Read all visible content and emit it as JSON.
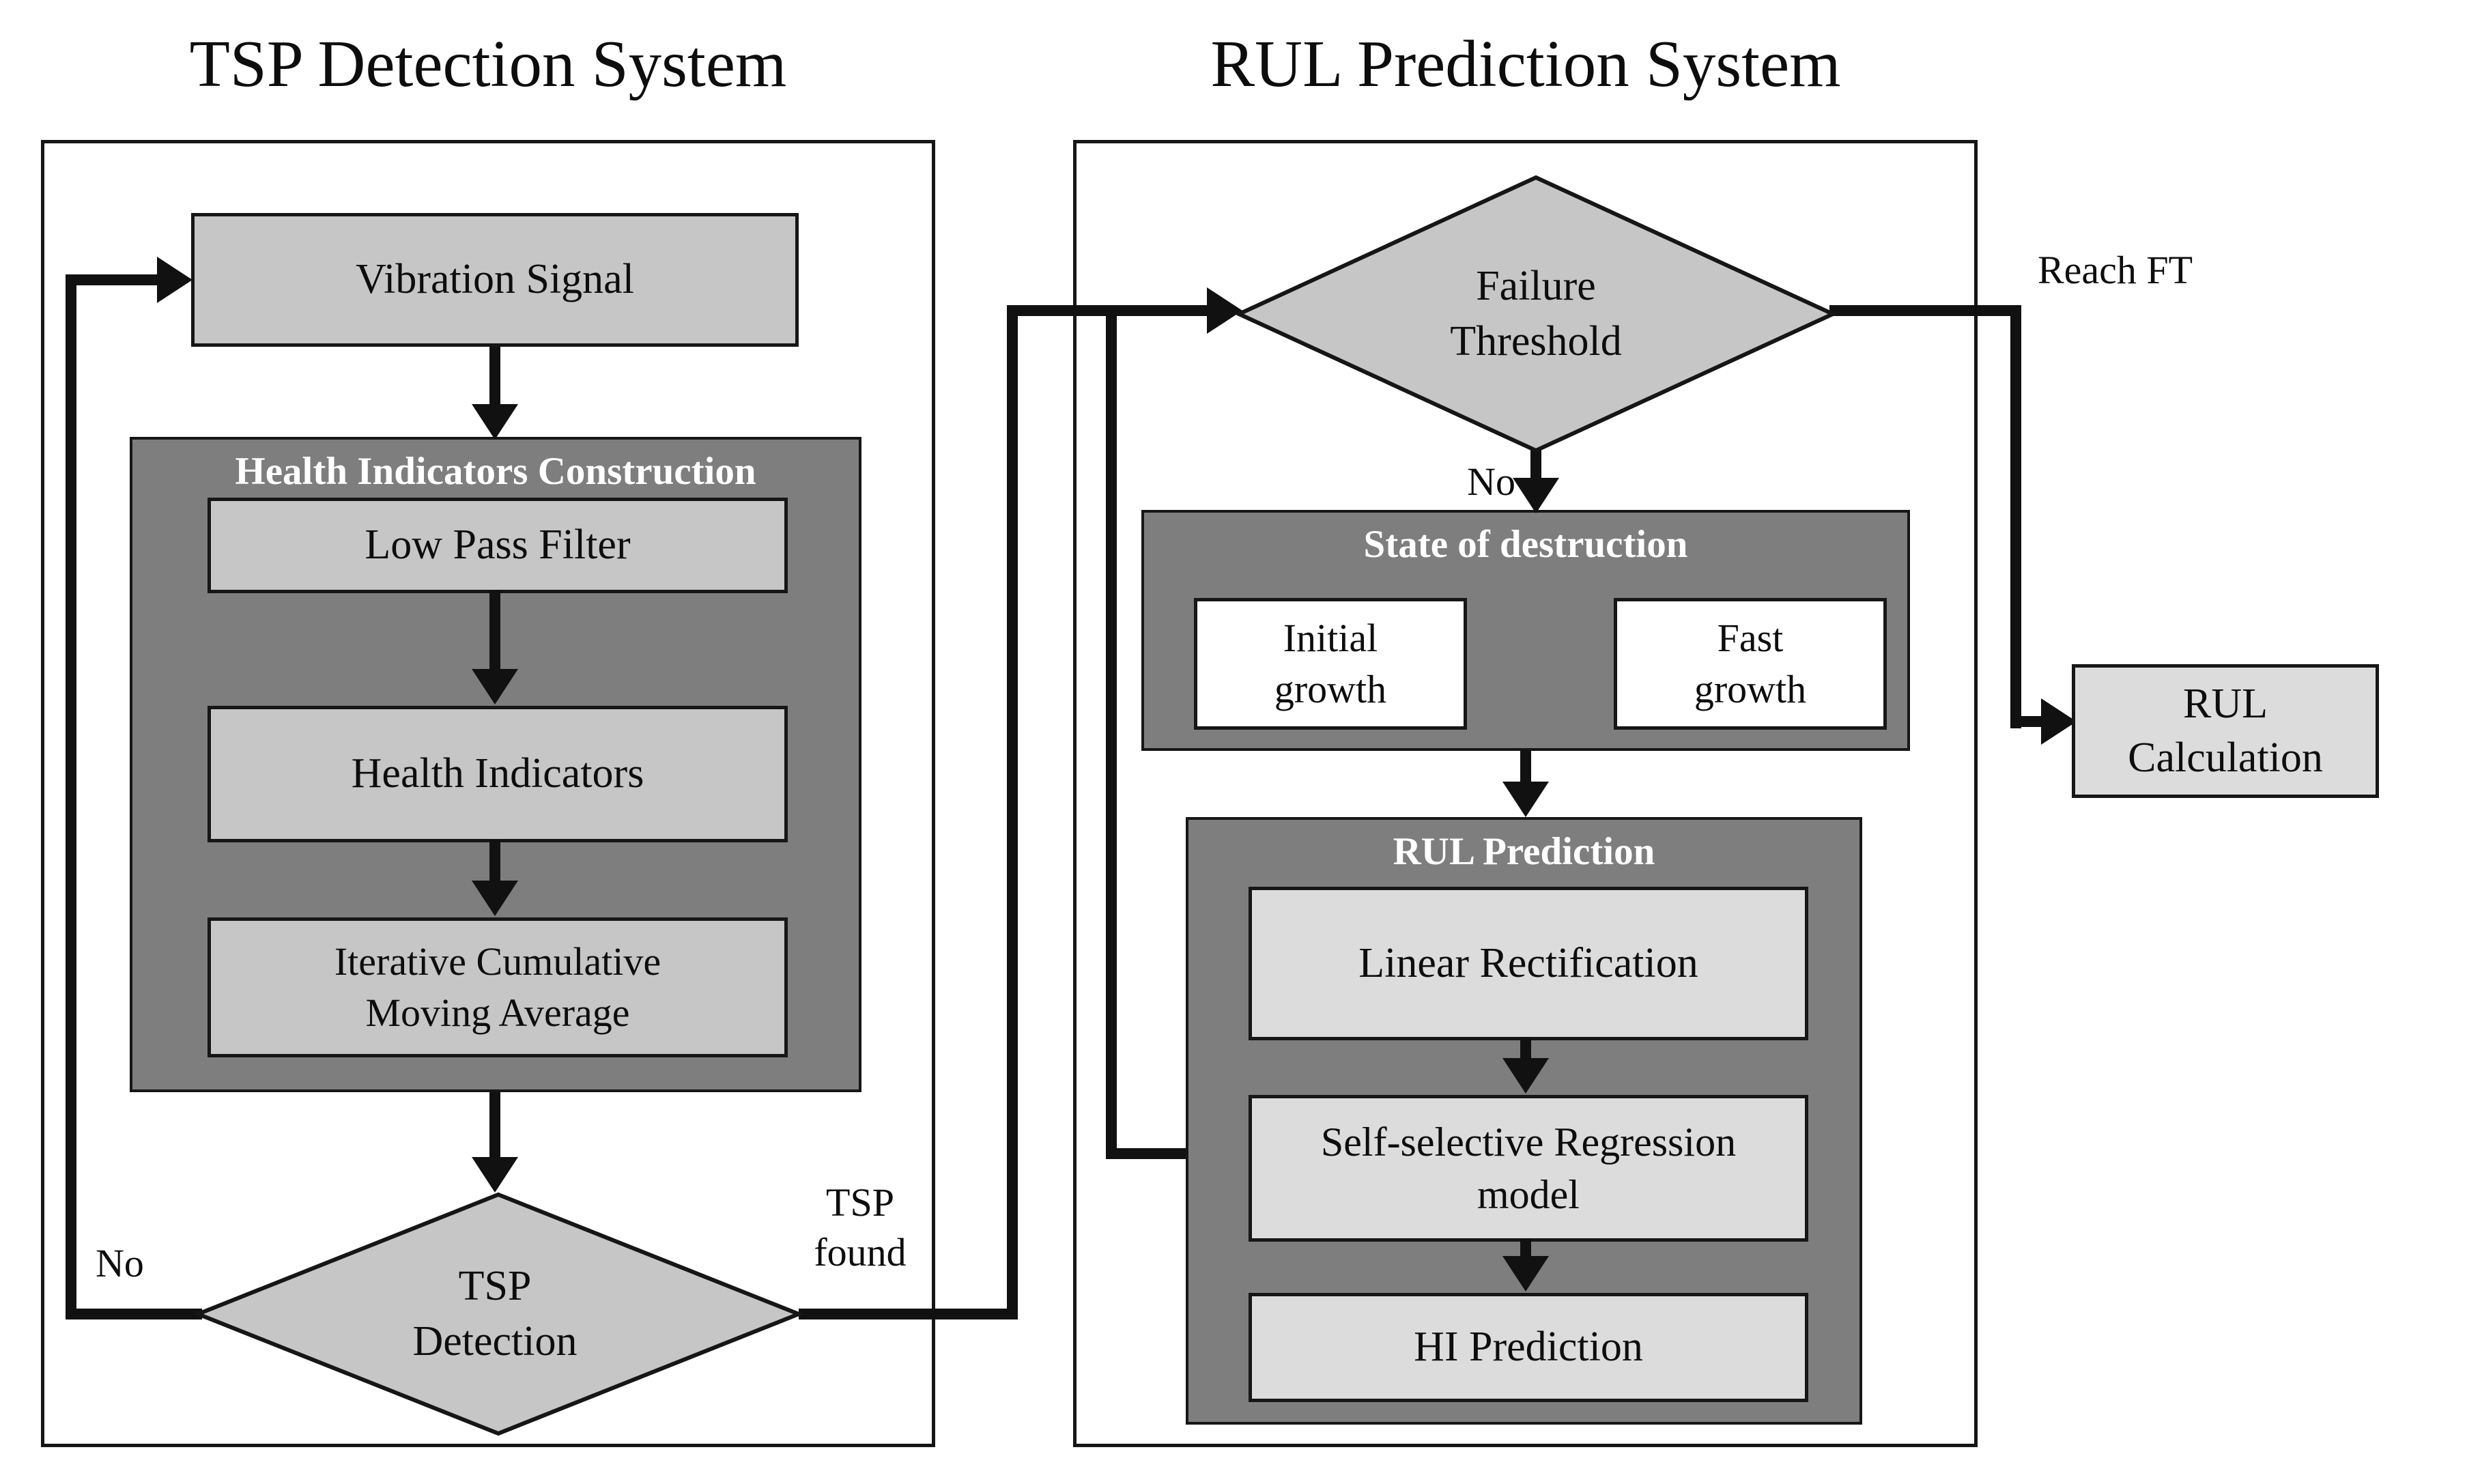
{
  "tsp_system": {
    "title": "TSP Detection System",
    "vibration_signal": "Vibration Signal",
    "hic_group": {
      "title": "Health Indicators Construction",
      "steps": [
        "Low Pass Filter",
        "Health Indicators",
        "Iterative Cumulative Moving Average"
      ]
    },
    "decision": "TSP Detection",
    "no_label": "No",
    "found_label": "TSP found"
  },
  "rul_system": {
    "title": "RUL Prediction System",
    "decision": "Failure Threshold",
    "no_label": "No",
    "reach_ft_label": "Reach FT",
    "state_group": {
      "title": "State of destruction",
      "stages": [
        "Initial growth",
        "Fast growth"
      ]
    },
    "rul_group": {
      "title": "RUL Prediction",
      "steps": [
        "Linear Rectification",
        "Self-selective Regression model",
        "HI Prediction"
      ]
    }
  },
  "rul_calculation": "RUL Calculation",
  "colors": {
    "line": "#111111",
    "group_fill": "#7e7e7e",
    "box_fill": "#c6c6c6",
    "box_fill_light": "#dcdcdc",
    "white_fill": "#ffffff",
    "canvas_bg": "#ffffff"
  }
}
